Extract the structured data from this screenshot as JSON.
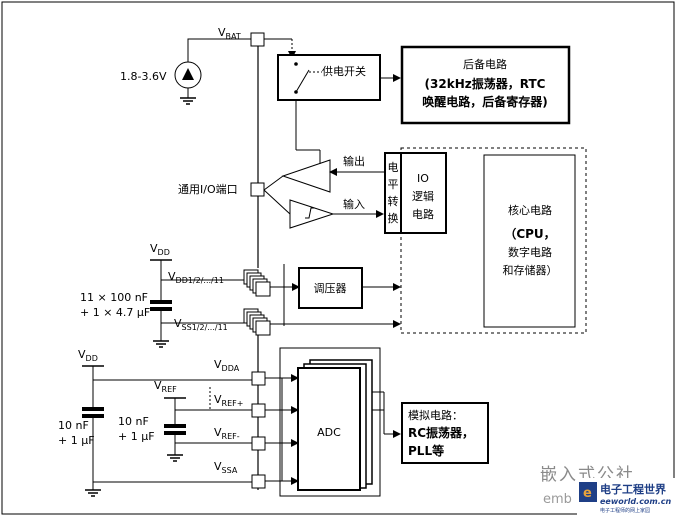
{
  "labels": {
    "vbat_main": "V",
    "vbat_sub": "BAT",
    "battery_range": "1.8-3.6V",
    "power_switch": "供电开关",
    "backup_title": "后备电路",
    "backup_line2": "(32kHz振荡器，RTC",
    "backup_line3": "唤醒电路，后备寄存器)",
    "output_label": "输出",
    "input_label": "输入",
    "level_shift_1": "电",
    "level_shift_2": "平",
    "level_shift_3": "转",
    "level_shift_4": "换",
    "io_line1": "IO",
    "io_line2": "逻辑",
    "io_line3": "电路",
    "core_title": "核心电路",
    "core_line2": "（CPU，",
    "core_line3": "数字电路",
    "core_line4": "和存储器）",
    "gpio_label": "通用I/O端口",
    "regulator": "调压器",
    "vdd_main": "V",
    "vdd_sub": "DD",
    "vdd_pins_main": "V",
    "vdd_pins_sub": "DD1/2/.../11",
    "cap_line1": "11 × 100 nF",
    "cap_line2": "+ 1 × 4.7 μF",
    "vss_pins_main": "V",
    "vss_pins_sub": "SS1/2/.../11",
    "vdd2_main": "V",
    "vdd2_sub": "DD",
    "vdda_main": "V",
    "vdda_sub": "DDA",
    "vref_main": "V",
    "vref_sub": "REF",
    "vrefp_main": "V",
    "vrefp_sub": "REF+",
    "vrefm_main": "V",
    "vrefm_sub": "REF-",
    "vssa_main": "V",
    "vssa_sub": "SSA",
    "cap2_line1": "10 nF",
    "cap2_line2": "+ 1 μF",
    "cap3_line1": "10 nF",
    "cap3_line2": "+ 1 μF",
    "adc": "ADC",
    "analog_line1": "模拟电路：",
    "analog_line2": "RC振荡器，",
    "analog_line3": "PLL等"
  },
  "watermark": {
    "text1": "嵌入式公社",
    "text2": "emb"
  },
  "logo": {
    "main": "电子工程世界",
    "url": "eeworld.com.cn",
    "tagline": "电子工程师的网上家园"
  },
  "colors": {
    "line": "#000000",
    "watermark": "#8a8a8a",
    "logo_bg": "#1f3f86",
    "logo_accent": "#e6a23c"
  }
}
